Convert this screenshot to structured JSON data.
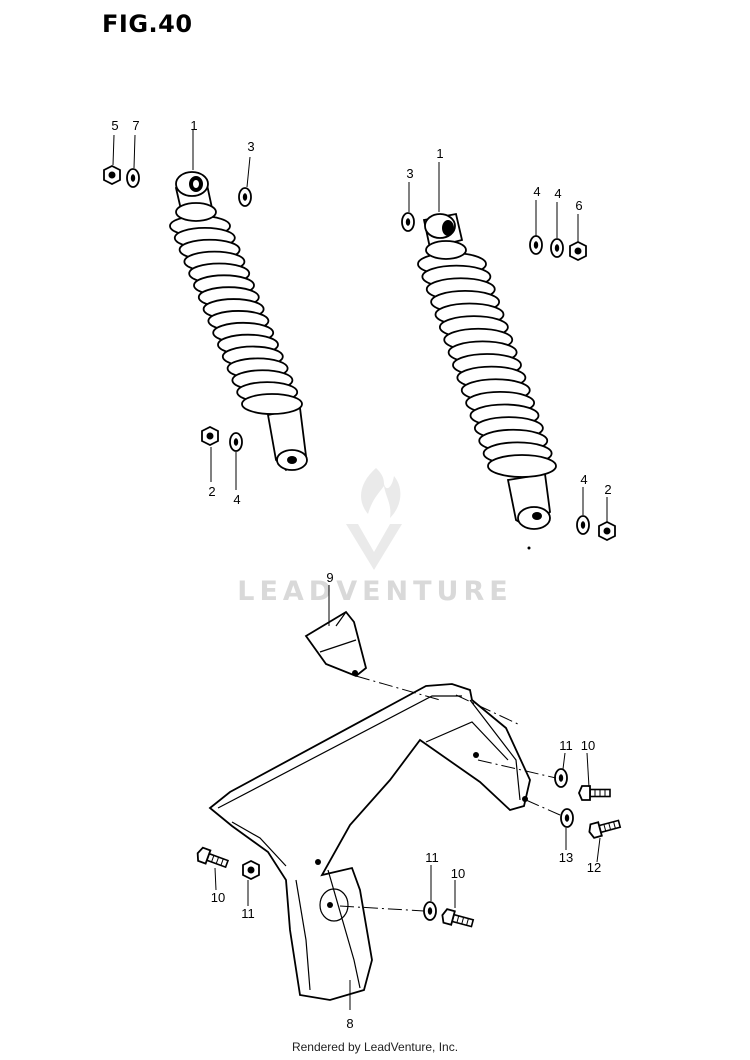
{
  "figure": {
    "title": "FIG.40"
  },
  "watermark": {
    "brand": "LEADVENTURE",
    "brand_color": "#d9d9d9"
  },
  "footer": {
    "text": "Rendered by LeadVenture, Inc."
  },
  "callouts": {
    "c5": "5",
    "c7": "7",
    "c1a": "1",
    "c3a": "3",
    "c2a": "2",
    "c4a": "4",
    "c3b": "3",
    "c1b": "1",
    "c4b": "4",
    "c4c": "4",
    "c6": "6",
    "c4d": "4",
    "c2b": "2",
    "c9": "9",
    "c11a": "11",
    "c10a": "10",
    "c13": "13",
    "c12": "12",
    "c10b": "10",
    "c11b": "11",
    "c11c": "11",
    "c10c": "10",
    "c8": "8"
  },
  "icons": {
    "shock_absorber": "shock-absorber-icon",
    "nut": "nut-icon",
    "washer": "washer-icon",
    "bolt": "bolt-icon",
    "bracket": "bracket-icon",
    "fender": "fender-icon"
  }
}
